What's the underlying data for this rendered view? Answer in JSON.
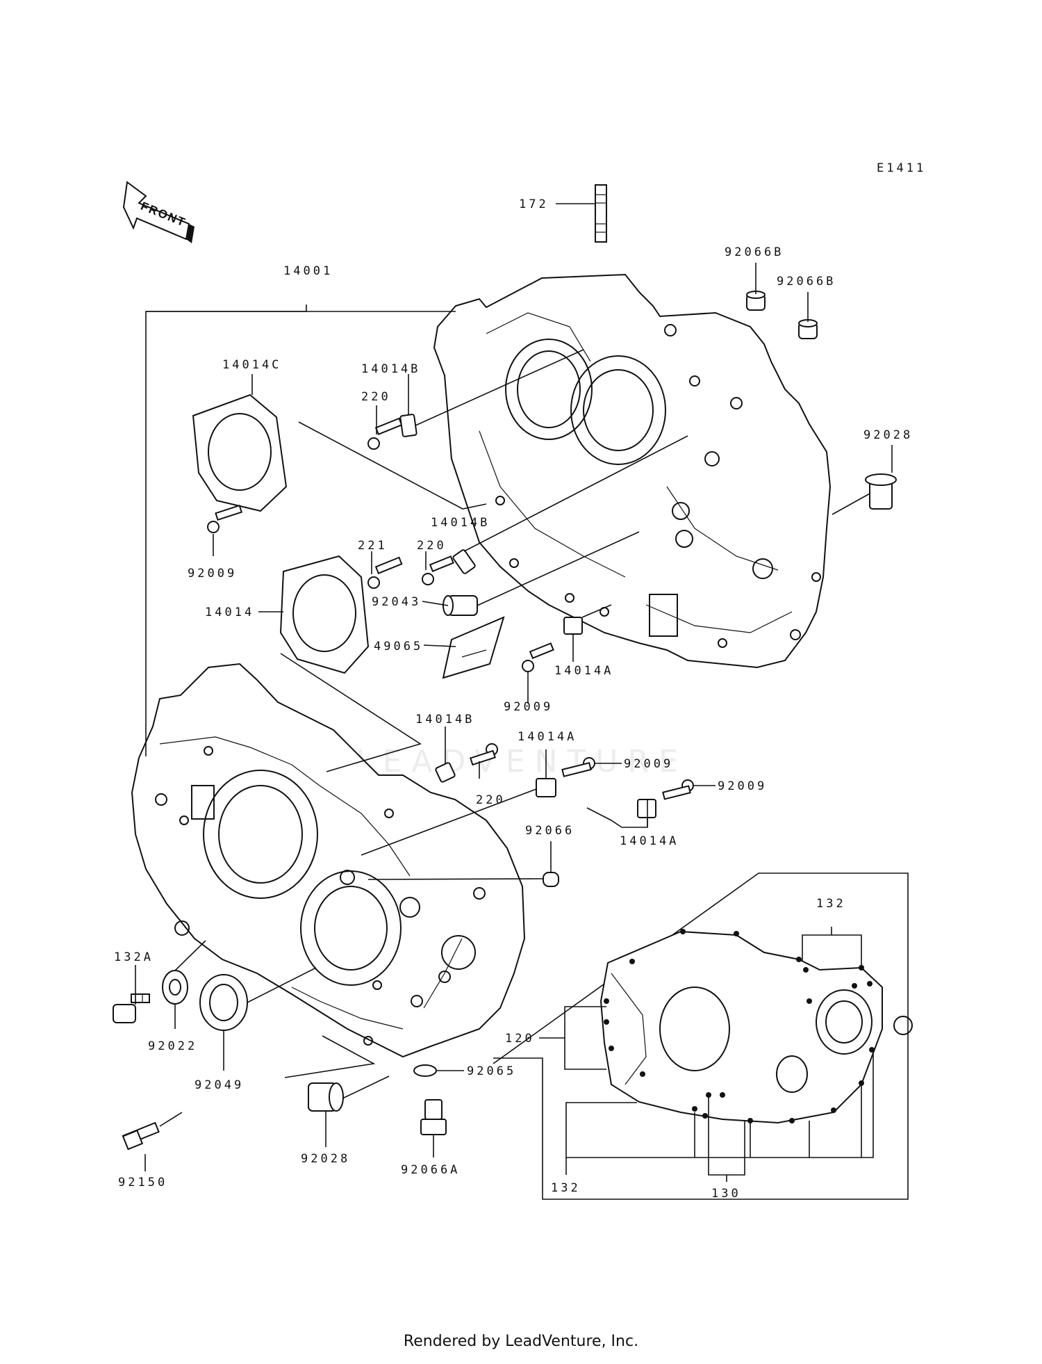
{
  "diagram": {
    "code": "E1411",
    "front_label": "FRONT",
    "watermark": "LEADVENTURE",
    "footer": "Rendered by LeadVenture, Inc."
  },
  "callouts": {
    "c172": "172",
    "c92066b_1": "92066B",
    "c92066b_2": "92066B",
    "c14001": "14001",
    "c14014c": "14014C",
    "c14014b_1": "14014B",
    "c220_1": "220",
    "c92028_1": "92028",
    "c92009_1": "92009",
    "c14014b_2": "14014B",
    "c221": "221",
    "c220_2": "220",
    "c14014": "14014",
    "c92043": "92043",
    "c49065": "49065",
    "c14014a_1": "14014A",
    "c92009_2": "92009",
    "c14014b_3": "14014B",
    "c14014a_2": "14014A",
    "c92009_3": "92009",
    "c92009_4": "92009",
    "c220_3": "220",
    "c92066": "92066",
    "c14014a_3": "14014A",
    "c132a": "132A",
    "c92022": "92022",
    "c92049": "92049",
    "c92065": "92065",
    "c92028_2": "92028",
    "c92066a": "92066A",
    "c92150": "92150",
    "c132_1": "132",
    "c120": "120",
    "c132_2": "132",
    "c130": "130"
  }
}
